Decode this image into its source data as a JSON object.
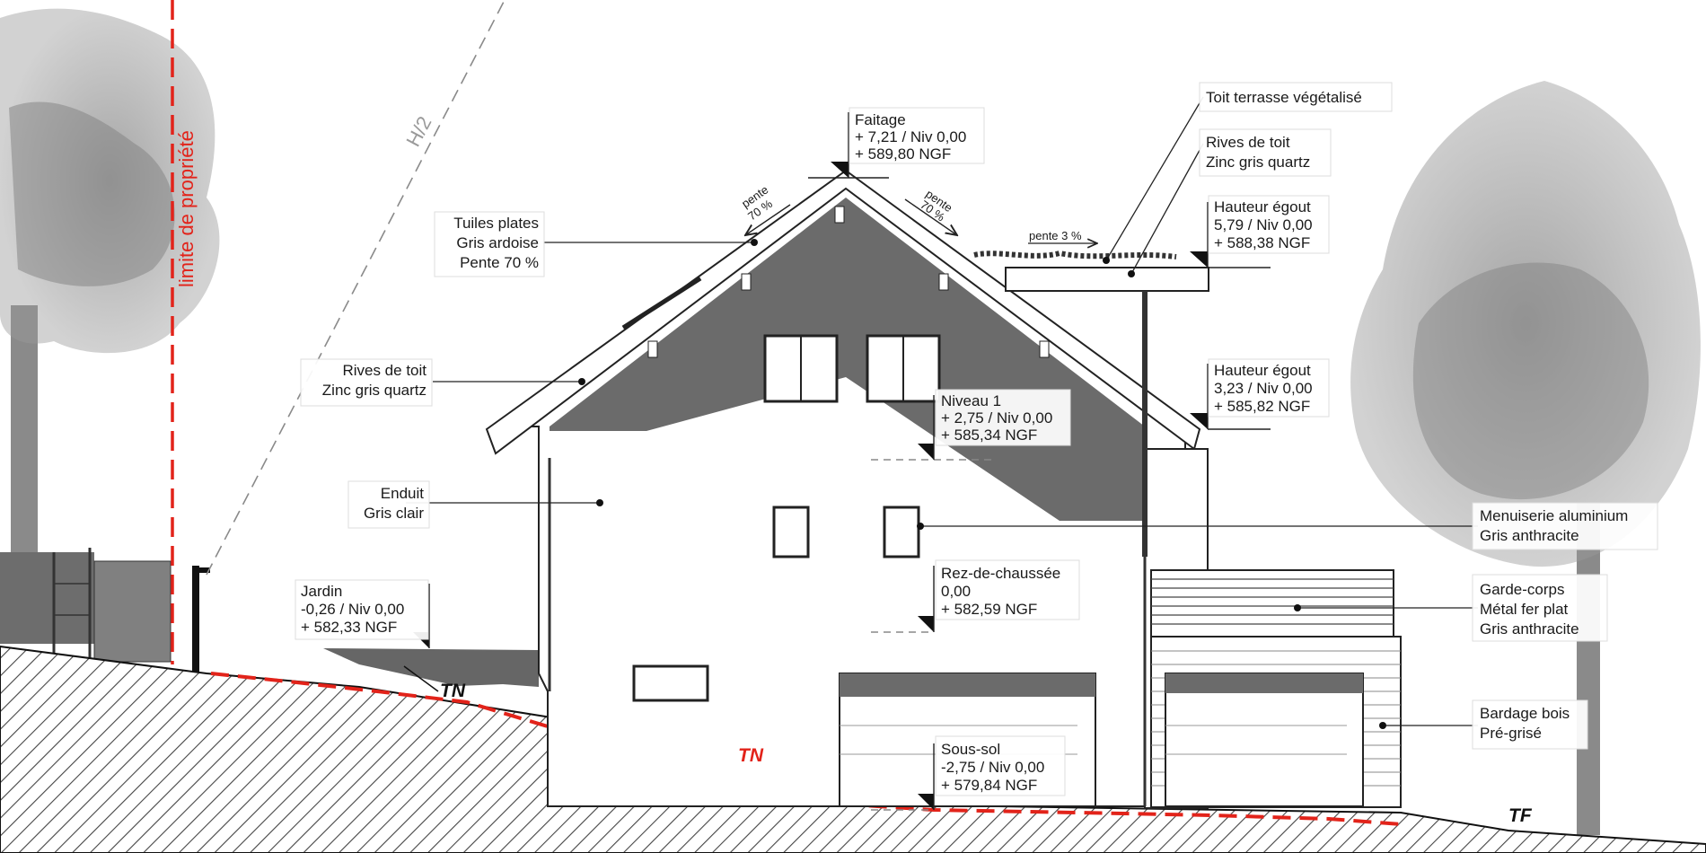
{
  "property_limit": "limite de propriété",
  "half_height": "H/2",
  "roof_slope_left": {
    "word": "pente",
    "value": "70 %"
  },
  "roof_slope_right": {
    "word": "pente",
    "value": "70 %"
  },
  "terrace_slope": "pente 3 %",
  "terrain_labels": {
    "tn_1": "TN",
    "tn_2": "TN",
    "tf": "TF"
  },
  "colors": {
    "property_line": "#e2231a",
    "tn_red": "#e2231a",
    "wall_shadow": "#6b6b6b",
    "hatch": "#3a3a3a"
  },
  "annotations": {
    "faitage": [
      "Faitage",
      "+ 7,21 / Niv 0,00",
      "+ 589,80 NGF"
    ],
    "tuiles": [
      "Tuiles plates",
      "Gris ardoise",
      "Pente 70 %"
    ],
    "rives_left": [
      "Rives de toit",
      "Zinc gris quartz"
    ],
    "enduit": [
      "Enduit",
      "Gris clair"
    ],
    "jardin": [
      "Jardin",
      "-0,26 / Niv 0,00",
      "+ 582,33 NGF"
    ],
    "niveau1": [
      "Niveau 1",
      "+ 2,75 / Niv 0,00",
      "+ 585,34 NGF"
    ],
    "rdc": [
      "Rez-de-chaussée",
      "0,00",
      "+ 582,59 NGF"
    ],
    "soussol": [
      "Sous-sol",
      "-2,75 / Niv 0,00",
      "+ 579,84 NGF"
    ],
    "toit_terrasse": [
      "Toit terrasse végétalisé"
    ],
    "rives_right": [
      "Rives de toit",
      "Zinc gris quartz"
    ],
    "egout1": [
      "Hauteur égout",
      "5,79 / Niv 0,00",
      "+ 588,38 NGF"
    ],
    "egout2": [
      "Hauteur égout",
      "3,23 / Niv 0,00",
      "+ 585,82 NGF"
    ],
    "menuiserie": [
      "Menuiserie aluminium",
      "Gris anthracite"
    ],
    "garde_corps": [
      "Garde-corps",
      "Métal fer plat",
      "Gris anthracite"
    ],
    "bardage": [
      "Bardage bois",
      "Pré-grisé"
    ]
  }
}
